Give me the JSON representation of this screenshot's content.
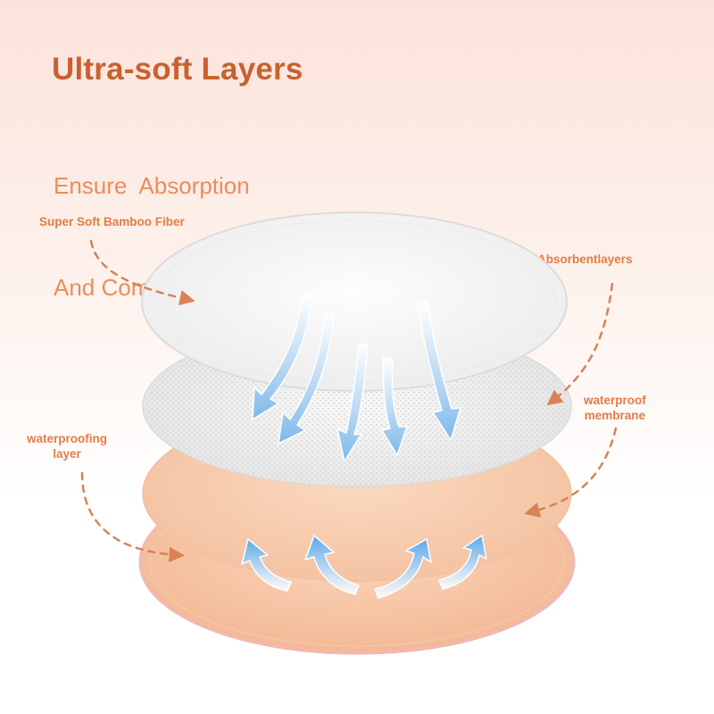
{
  "header": {
    "title": "Ultra-soft Layers",
    "subtitle_line1": "Ensure  Absorption",
    "subtitle_line2": "And Comfort Retention"
  },
  "labels": {
    "top_left": "Super Soft Bamboo Fiber",
    "top_right": "Absorbentlayers",
    "mid_right_line1": "waterproof",
    "mid_right_line2": "membrane",
    "mid_left_line1": "waterproofing",
    "mid_left_line2": "layer"
  },
  "colors": {
    "title": "#c8612f",
    "subtitle": "#ea8d5c",
    "label": "#e47c45",
    "arrow_dash": "#d98256",
    "peach_layer": "#f6c7a8",
    "flow_arrow": "#6fb2ea"
  }
}
